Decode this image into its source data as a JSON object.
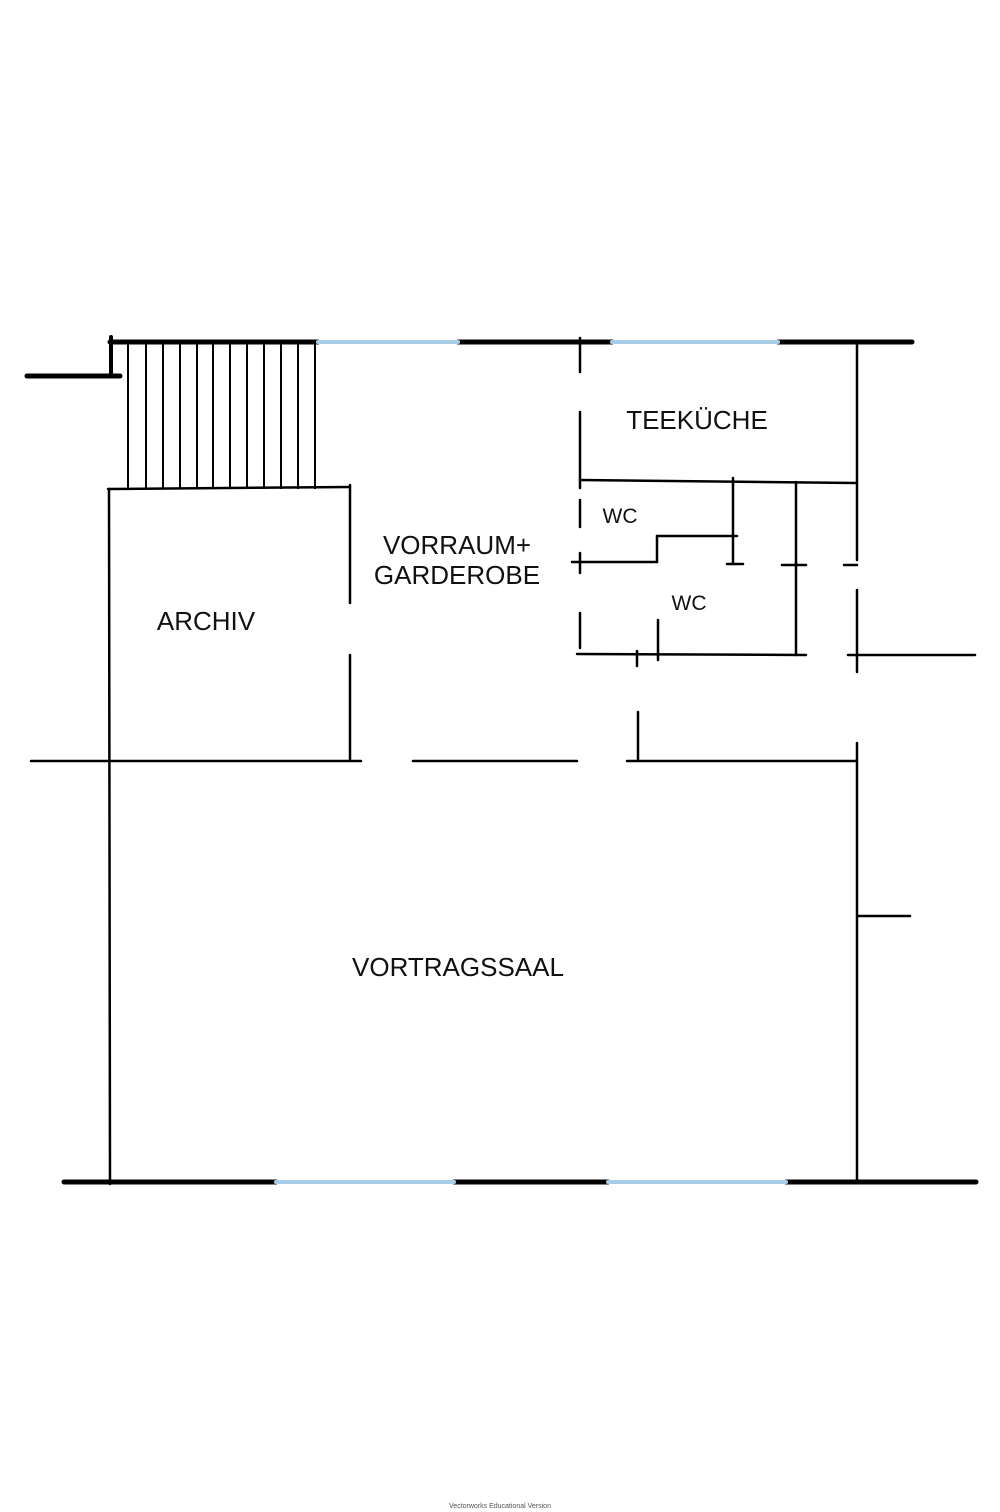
{
  "plan": {
    "rooms": {
      "teekueche": "TEEKÜCHE",
      "wc_upper": "WC",
      "vorraum_line1": "VORRAUM+",
      "vorraum_line2": "GARDEROBE",
      "wc_lower": "WC",
      "archiv": "ARCHIV",
      "vortragssaal": "VORTRAGSSAAL"
    },
    "watermark": "Vectorworks Educational Version"
  },
  "colors": {
    "wall": "#000000",
    "window": "#a8cde6",
    "background": "#ffffff"
  }
}
